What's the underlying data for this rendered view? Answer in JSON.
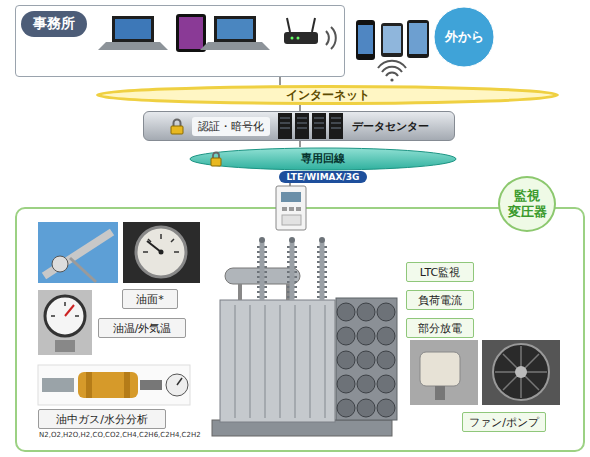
{
  "diagram": {
    "nodes": [
      {
        "text": [
          "事務所"
        ]
      },
      {
        "text": [
          "外から"
        ]
      },
      {
        "text": [
          "インターネット"
        ]
      },
      {
        "text": [
          "認証・暗号化",
          "データセンター"
        ]
      },
      {
        "text": [
          "専用回線",
          "LTE/WIMAX/3G"
        ]
      },
      {
        "text": [
          "監視 変圧器"
        ]
      },
      {
        "text": [
          "油面*"
        ],
        "in": 5
      },
      {
        "text": [
          "油温/外気温"
        ],
        "in": 5
      },
      {
        "text": [
          "油中ガス/水分分析"
        ],
        "in": 5
      },
      {
        "text": [
          "LTC監視"
        ],
        "in": 5
      },
      {
        "text": [
          "負荷電流"
        ],
        "in": 5
      },
      {
        "text": [
          "部分放電"
        ],
        "in": 5
      },
      {
        "text": [
          "ファン/ポンプ"
        ],
        "in": 5
      }
    ],
    "edges": [
      {
        "from": 0,
        "to": 2,
        "arrow": "none"
      },
      {
        "from": 2,
        "to": 3,
        "arrow": "none"
      },
      {
        "from": 3,
        "to": 4,
        "arrow": "none"
      },
      {
        "from": 4,
        "to": 5,
        "arrow": "none"
      }
    ],
    "labels": [
      "N2,O2,H2O,H2,CO,CO2,CH4,C2H6,C2H4,C2H2"
    ]
  }
}
